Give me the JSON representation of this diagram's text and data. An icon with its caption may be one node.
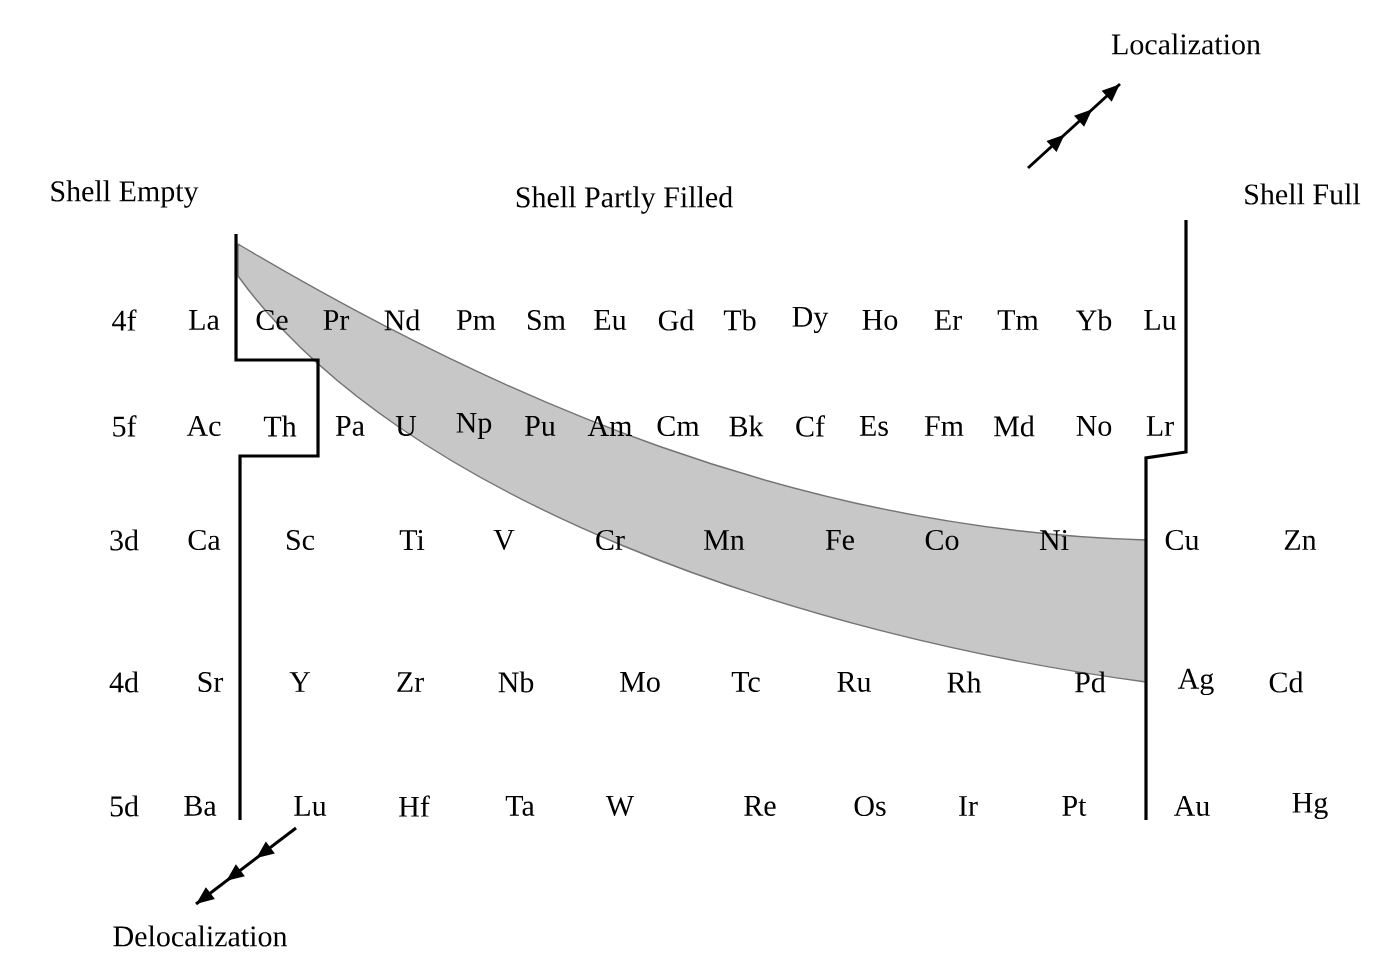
{
  "diagram": {
    "labels": [
      "Localization",
      "Shell Empty",
      "Shell Partly Filled",
      "Shell Full",
      "4f",
      "La",
      "Ce",
      "Pr",
      "Nd",
      "Pm",
      "Sm",
      "Eu",
      "Gd",
      "Tb",
      "Dy",
      "Ho",
      "Er",
      "Tm",
      "Yb",
      "Lu",
      "5f",
      "Ac",
      "Th",
      "Pa",
      "U",
      "Np",
      "Pu",
      "Am",
      "Cm",
      "Bk",
      "Cf",
      "Es",
      "Fm",
      "Md",
      "No",
      "Lr",
      "3d",
      "Ca",
      "Sc",
      "Ti",
      "V",
      "Cr",
      "Mn",
      "Fe",
      "Co",
      "Ni",
      "Cu",
      "Zn",
      "4d",
      "Sr",
      "Y",
      "Zr",
      "Nb",
      "Mo",
      "Tc",
      "Ru",
      "Rh",
      "Pd",
      "Ag",
      "Cd",
      "5d",
      "Ba",
      "Lu",
      "Hf",
      "Ta",
      "W",
      "Re",
      "Os",
      "Ir",
      "Pt",
      "Au",
      "Hg",
      "Delocalization"
    ]
  }
}
